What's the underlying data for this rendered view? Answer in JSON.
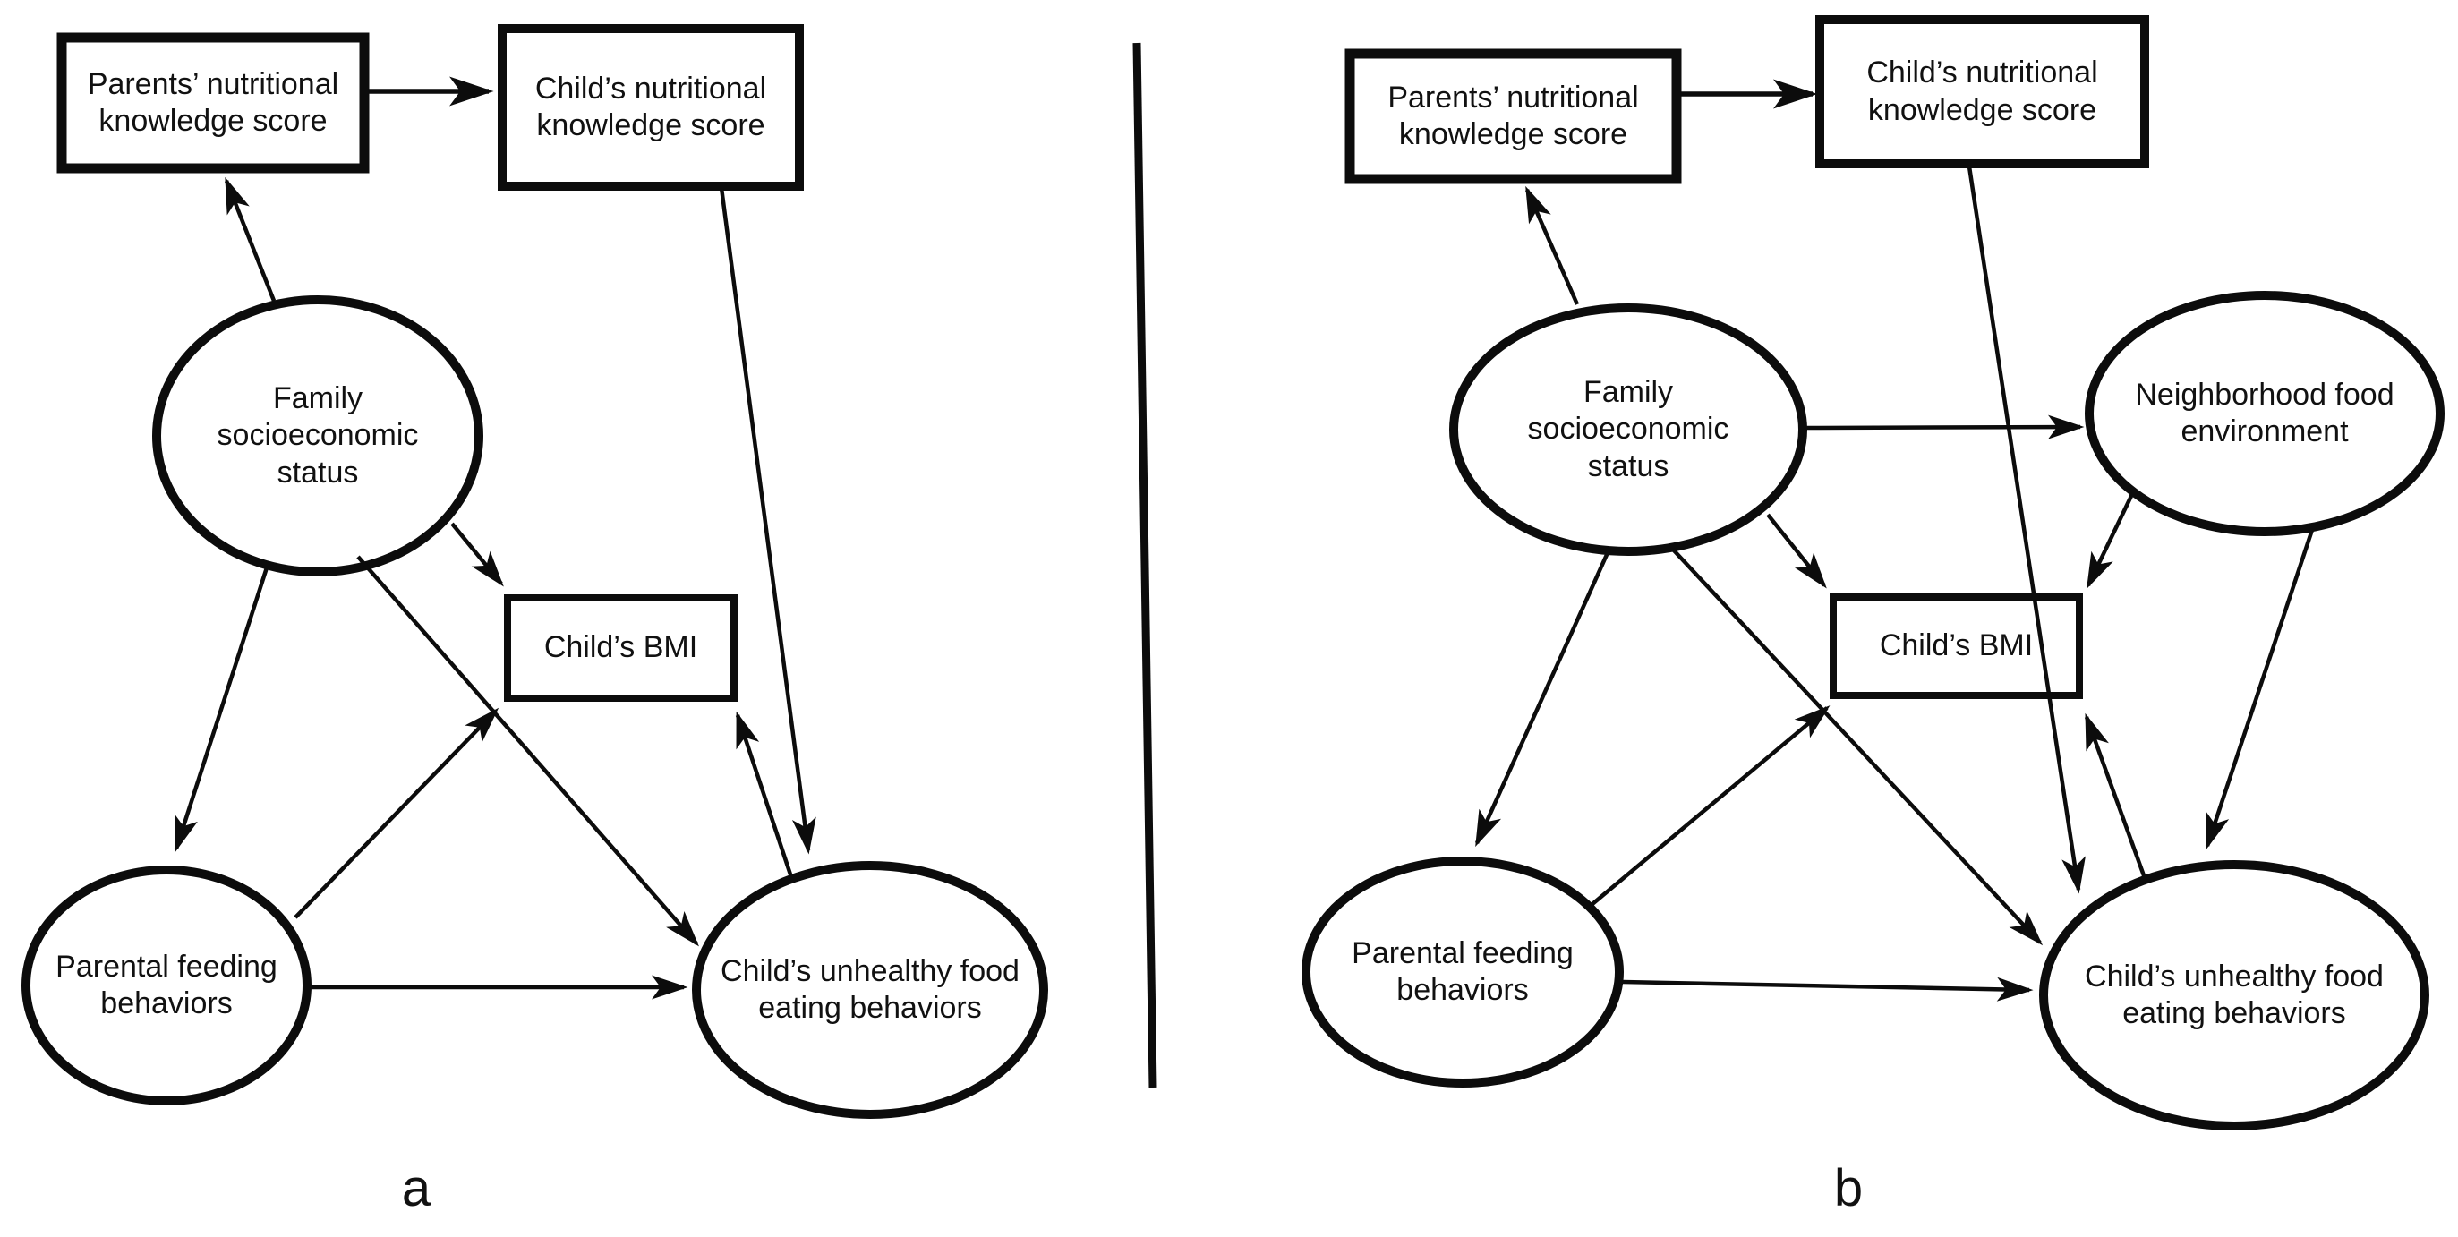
{
  "figure": {
    "description": "Conceptual path diagrams of influences on child's BMI and unhealthy food eating behaviors",
    "divider": {
      "present": true,
      "color": "#0c0c0c"
    },
    "colors": {
      "background": "#ffffff",
      "stroke": "#0c0c0c",
      "text": "#111111"
    },
    "panels": [
      {
        "label": "a",
        "nodes": [
          {
            "id": "parents-knowledge-a",
            "shape": "rectangle",
            "label": "Parents’ nutritional knowledge score"
          },
          {
            "id": "child-knowledge-a",
            "shape": "rectangle",
            "label": "Child’s nutritional knowledge score"
          },
          {
            "id": "family-ses-a",
            "shape": "ellipse",
            "label": "Family socioeconomic status"
          },
          {
            "id": "childs-bmi-a",
            "shape": "rectangle",
            "label": "Child’s BMI"
          },
          {
            "id": "parental-feeding-a",
            "shape": "ellipse",
            "label": "Parental feeding behaviors"
          },
          {
            "id": "child-unhealthy-a",
            "shape": "ellipse",
            "label": "Child’s unhealthy food eating behaviors"
          }
        ],
        "edges": [
          {
            "from": "parents-knowledge-a",
            "to": "child-knowledge-a"
          },
          {
            "from": "family-ses-a",
            "to": "parents-knowledge-a"
          },
          {
            "from": "family-ses-a",
            "to": "childs-bmi-a"
          },
          {
            "from": "family-ses-a",
            "to": "parental-feeding-a"
          },
          {
            "from": "family-ses-a",
            "to": "child-unhealthy-a"
          },
          {
            "from": "parental-feeding-a",
            "to": "childs-bmi-a"
          },
          {
            "from": "parental-feeding-a",
            "to": "child-unhealthy-a"
          },
          {
            "from": "child-unhealthy-a",
            "to": "childs-bmi-a"
          },
          {
            "from": "child-knowledge-a",
            "to": "child-unhealthy-a"
          }
        ]
      },
      {
        "label": "b",
        "nodes": [
          {
            "id": "parents-knowledge-b",
            "shape": "rectangle",
            "label": "Parents’ nutritional knowledge score"
          },
          {
            "id": "child-knowledge-b",
            "shape": "rectangle",
            "label": "Child’s nutritional knowledge score"
          },
          {
            "id": "family-ses-b",
            "shape": "ellipse",
            "label": "Family socioeconomic status"
          },
          {
            "id": "neighborhood-b",
            "shape": "ellipse",
            "label": "Neighborhood food environment"
          },
          {
            "id": "childs-bmi-b",
            "shape": "rectangle",
            "label": "Child’s BMI"
          },
          {
            "id": "parental-feeding-b",
            "shape": "ellipse",
            "label": "Parental feeding behaviors"
          },
          {
            "id": "child-unhealthy-b",
            "shape": "ellipse",
            "label": "Child’s unhealthy food eating behaviors"
          }
        ],
        "edges": [
          {
            "from": "parents-knowledge-b",
            "to": "child-knowledge-b"
          },
          {
            "from": "family-ses-b",
            "to": "parents-knowledge-b"
          },
          {
            "from": "family-ses-b",
            "to": "neighborhood-b"
          },
          {
            "from": "family-ses-b",
            "to": "childs-bmi-b"
          },
          {
            "from": "family-ses-b",
            "to": "parental-feeding-b"
          },
          {
            "from": "family-ses-b",
            "to": "child-unhealthy-b"
          },
          {
            "from": "parental-feeding-b",
            "to": "childs-bmi-b"
          },
          {
            "from": "parental-feeding-b",
            "to": "child-unhealthy-b"
          },
          {
            "from": "neighborhood-b",
            "to": "childs-bmi-b"
          },
          {
            "from": "neighborhood-b",
            "to": "child-unhealthy-b"
          },
          {
            "from": "child-unhealthy-b",
            "to": "childs-bmi-b"
          },
          {
            "from": "child-knowledge-b",
            "to": "child-unhealthy-b"
          }
        ]
      }
    ]
  }
}
